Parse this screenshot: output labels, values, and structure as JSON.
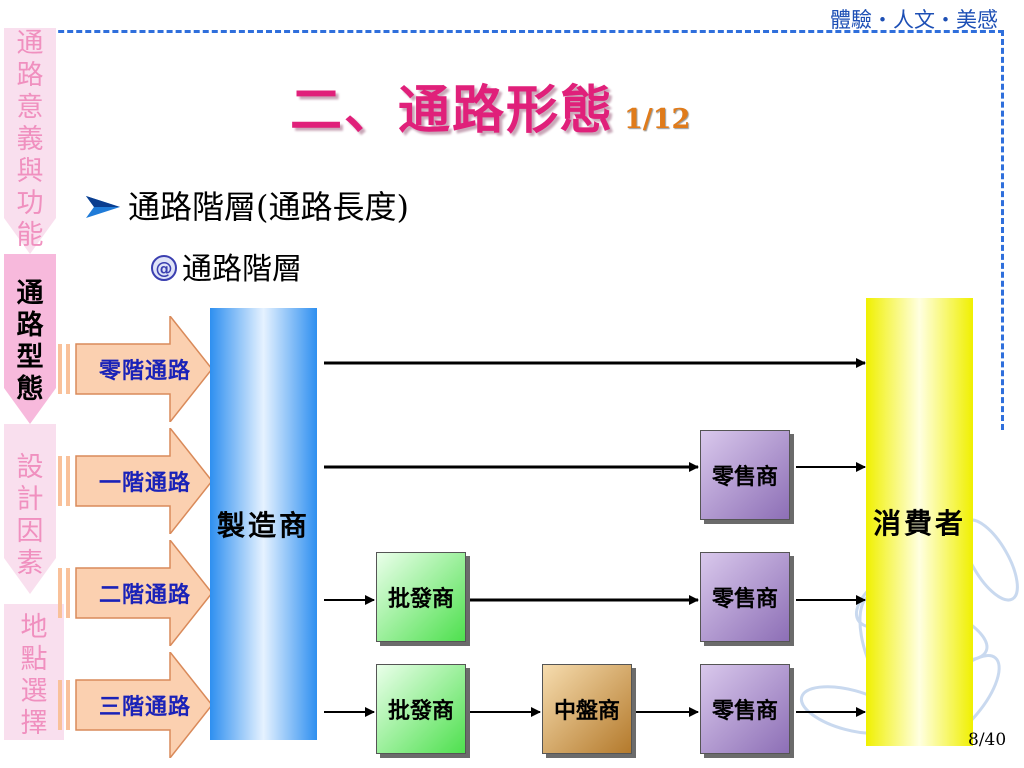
{
  "header": {
    "tagline": "體驗・人文・美感"
  },
  "title": {
    "main": "二、通路形態",
    "page_fraction": "1/12"
  },
  "bullets": {
    "level1": "通路階層(通路長度)",
    "level2": "通路階層"
  },
  "sidebar": {
    "tabs": [
      {
        "label": "通路意義與功能",
        "active": false
      },
      {
        "label": "通路型態",
        "active": true
      },
      {
        "label": "設計因素",
        "active": false
      },
      {
        "label": "地點選擇",
        "active": false
      }
    ]
  },
  "diagram": {
    "producer": "製造商",
    "consumer": "消費者",
    "levels": [
      {
        "label": "零階通路",
        "intermediaries": []
      },
      {
        "label": "一階通路",
        "intermediaries": [
          "零售商"
        ]
      },
      {
        "label": "二階通路",
        "intermediaries": [
          "批發商",
          "零售商"
        ]
      },
      {
        "label": "三階通路",
        "intermediaries": [
          "批發商",
          "中盤商",
          "零售商"
        ]
      }
    ]
  },
  "footer": {
    "page_number": "8/40"
  },
  "colors": {
    "frame": "#2f6fdc",
    "title": "#e0207a",
    "page_fraction": "#e07b1a",
    "chevron_label": "#1a22b8",
    "sidebar_inactive": "#f090bf"
  }
}
